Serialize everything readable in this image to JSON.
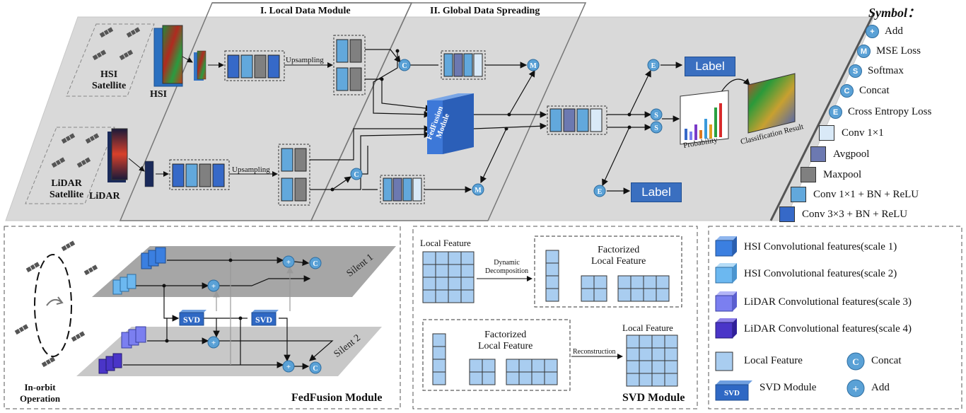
{
  "top": {
    "local_title": "I. Local Data Module",
    "global_title": "II. Global Data Spreading",
    "hsi_satellite": "HSI\nSatellite",
    "hsi": "HSI",
    "lidar_satellite": "LiDAR\nSatellite",
    "lidar": "LiDAR",
    "upsampling": "Upsampling",
    "fedfusion": "FedFusion\nModule",
    "label": "Label",
    "probability": "Probability",
    "classification_result": "Classification Result"
  },
  "symbols": {
    "title": "Symbol：",
    "items": [
      {
        "letter": "+",
        "text": "Add"
      },
      {
        "letter": "M",
        "text": "MSE Loss"
      },
      {
        "letter": "S",
        "text": "Softmax"
      },
      {
        "letter": "C",
        "text": "Concat"
      },
      {
        "letter": "E",
        "text": "Cross Entropy Loss"
      }
    ],
    "layers": [
      {
        "text": "Conv 1×1",
        "color": "#d9e9f7"
      },
      {
        "text": "Avgpool",
        "color": "#6c79b1"
      },
      {
        "text": "Maxpool",
        "color": "#808080"
      },
      {
        "text": "Conv 1×1 + BN + ReLU",
        "color": "#62a8dc"
      },
      {
        "text": "Conv 3×3 + BN + ReLU",
        "color": "#3669c8"
      }
    ]
  },
  "fedfusion_panel": {
    "in_orbit": "In-orbit\nOperation",
    "silent1": "Silent 1",
    "silent2": "Silent 2",
    "svd": "SVD",
    "title": "FedFusion Module"
  },
  "svd_panel": {
    "local_feature": "Local Feature",
    "dynamic": "Dynamic\nDecomposition",
    "factorized": "Factorized\nLocal Feature",
    "reconstruction": "Reconstruction",
    "title": "SVD Module"
  },
  "legend": {
    "items": [
      {
        "text": "HSI Convolutional features(scale 1)",
        "color": "#3b7fe0"
      },
      {
        "text": "HSI Convolutional features(scale 2)",
        "color": "#6cb8f0"
      },
      {
        "text": "LiDAR Convolutional features(scale 3)",
        "color": "#7b7ff0"
      },
      {
        "text": "LiDAR Convolutional features(scale 4)",
        "color": "#4a35c8"
      }
    ],
    "local_feature": "Local Feature",
    "concat": "Concat",
    "svd_box": "SVD",
    "svd_module": "SVD Module",
    "add": "Add",
    "concat_letter": "C",
    "add_letter": "+"
  }
}
